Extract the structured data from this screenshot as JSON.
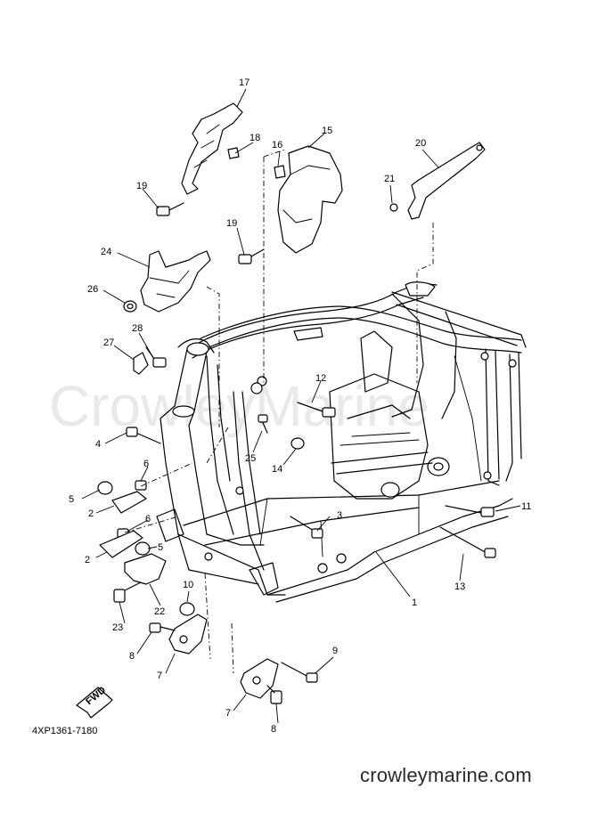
{
  "watermark": "CrowleyMarine",
  "diagram_code": "4XP1361-7180",
  "site_url": "crowleymarine.com",
  "fwd_label": "FWD",
  "callouts": [
    "17",
    "18",
    "16",
    "15",
    "20",
    "19",
    "21",
    "19",
    "24",
    "26",
    "28",
    "27",
    "12",
    "4",
    "25",
    "14",
    "6",
    "5",
    "2",
    "6",
    "5",
    "2",
    "3",
    "11",
    "13",
    "1",
    "10",
    "22",
    "23",
    "8",
    "7",
    "9",
    "7",
    "8"
  ]
}
